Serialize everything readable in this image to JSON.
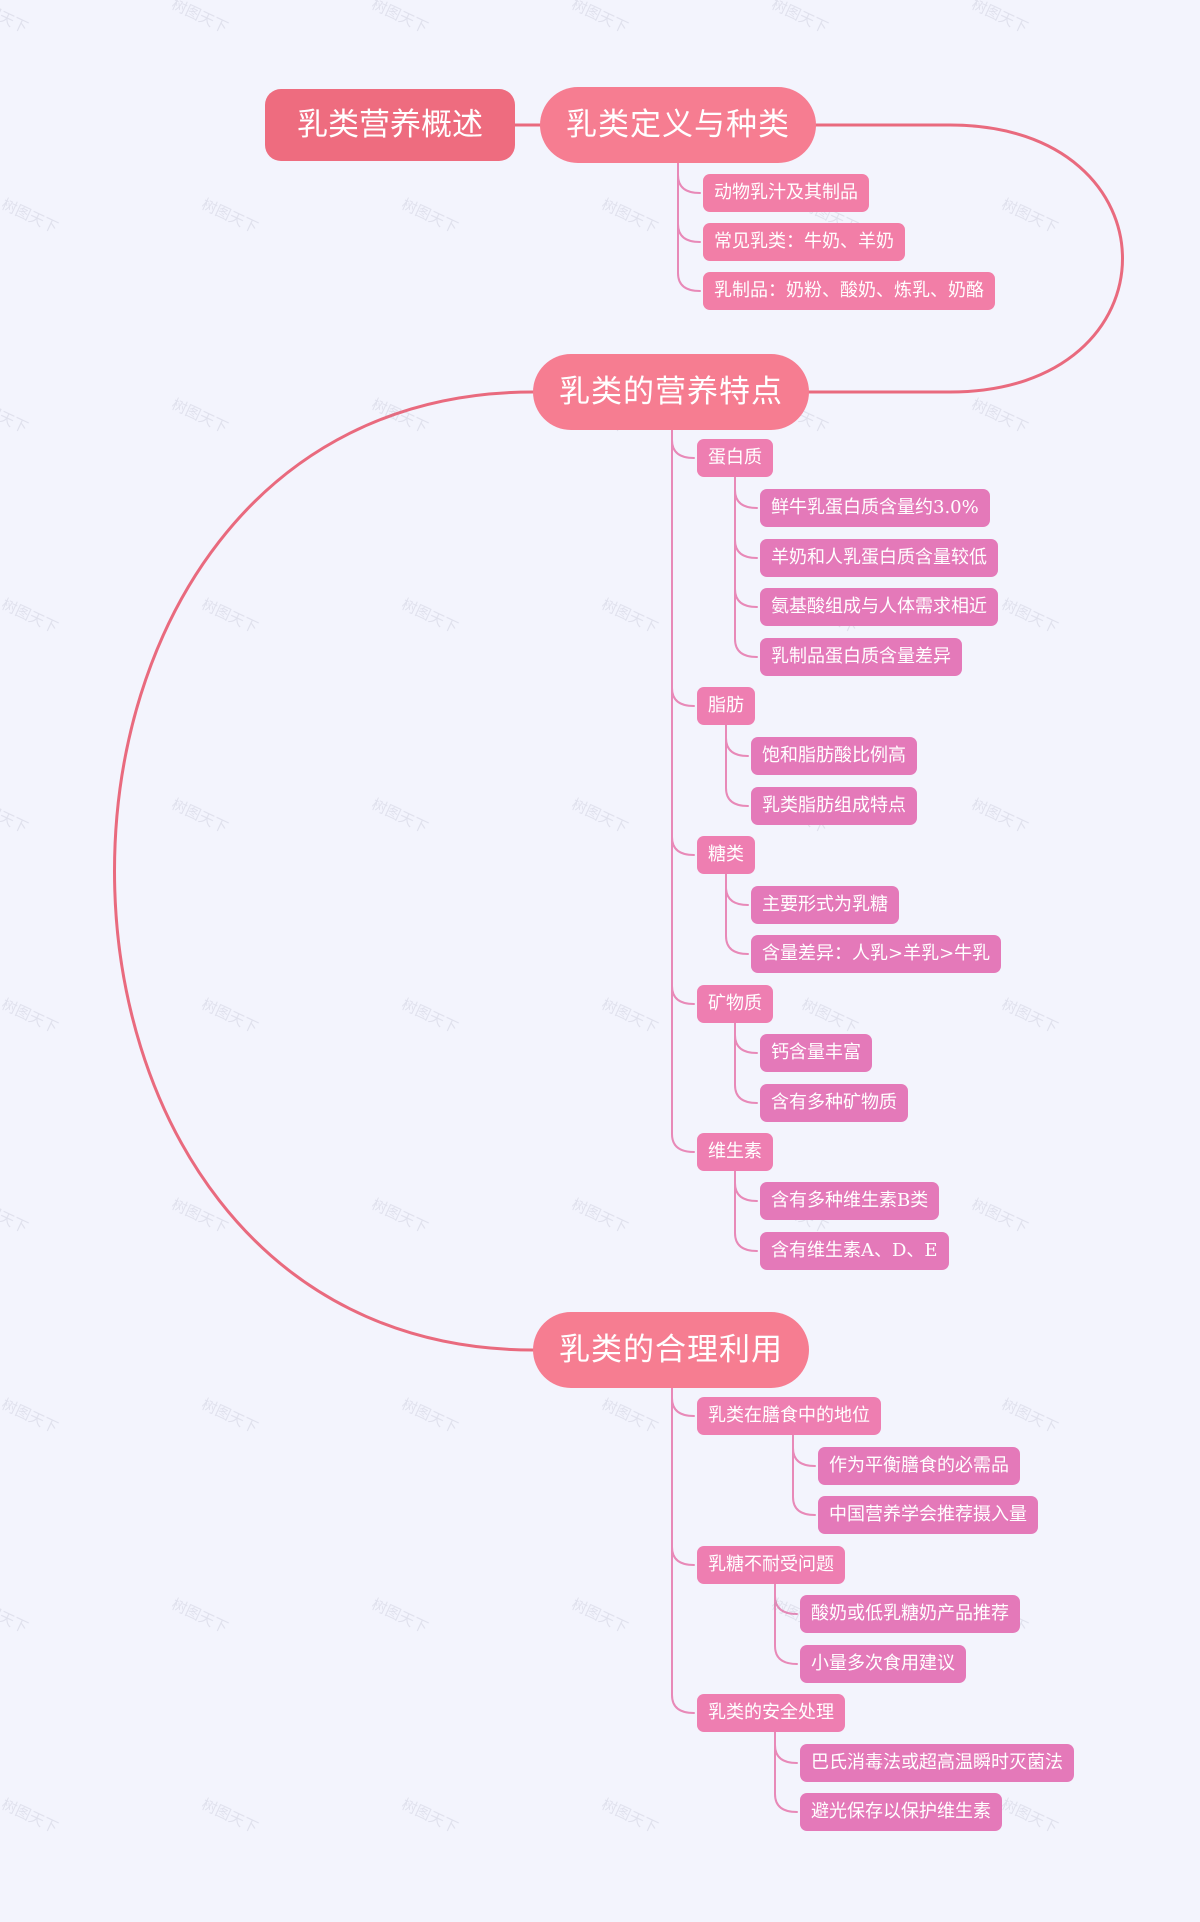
{
  "title": "乳类营养概述",
  "watermark": "树图天下",
  "colors": {
    "background": "#f3f4fd",
    "root": "#ee6c7f",
    "branch": "#f67d91",
    "sub": "#ee7eb1",
    "leaf": "#e479b9",
    "link_main": "#e96a7e",
    "link_sub": "#e889b8"
  },
  "branches": [
    {
      "label": "乳类定义与种类",
      "children": [
        {
          "label": "动物乳汁及其制品"
        },
        {
          "label": "常见乳类：牛奶、羊奶"
        },
        {
          "label": "乳制品：奶粉、酸奶、炼乳、奶酪"
        }
      ]
    },
    {
      "label": "乳类的营养特点",
      "children": [
        {
          "label": "蛋白质",
          "children": [
            {
              "label": "鲜牛乳蛋白质含量约3.0%"
            },
            {
              "label": "羊奶和人乳蛋白质含量较低"
            },
            {
              "label": "氨基酸组成与人体需求相近"
            },
            {
              "label": "乳制品蛋白质含量差异"
            }
          ]
        },
        {
          "label": "脂肪",
          "children": [
            {
              "label": "饱和脂肪酸比例高"
            },
            {
              "label": "乳类脂肪组成特点"
            }
          ]
        },
        {
          "label": "糖类",
          "children": [
            {
              "label": "主要形式为乳糖"
            },
            {
              "label": "含量差异：人乳>羊乳>牛乳"
            }
          ]
        },
        {
          "label": "矿物质",
          "children": [
            {
              "label": "钙含量丰富"
            },
            {
              "label": "含有多种矿物质"
            }
          ]
        },
        {
          "label": "维生素",
          "children": [
            {
              "label": "含有多种维生素B类"
            },
            {
              "label": "含有维生素A、D、E"
            }
          ]
        }
      ]
    },
    {
      "label": "乳类的合理利用",
      "children": [
        {
          "label": "乳类在膳食中的地位",
          "children": [
            {
              "label": "作为平衡膳食的必需品"
            },
            {
              "label": "中国营养学会推荐摄入量"
            }
          ]
        },
        {
          "label": "乳糖不耐受问题",
          "children": [
            {
              "label": "酸奶或低乳糖奶产品推荐"
            },
            {
              "label": "小量多次食用建议"
            }
          ]
        },
        {
          "label": "乳类的安全处理",
          "children": [
            {
              "label": "巴氏消毒法或超高温瞬时灭菌法"
            },
            {
              "label": "避光保存以保护维生素"
            }
          ]
        }
      ]
    }
  ]
}
